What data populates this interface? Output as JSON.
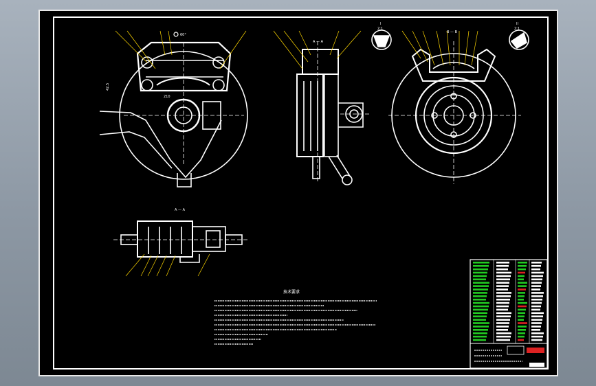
{
  "drawing": {
    "section_label_side": "A — A",
    "section_label_bottom": "A — A",
    "section_label_right": "B — B",
    "detail_label_1": "I",
    "detail_label_1_scale": "2:1",
    "detail_label_2": "II",
    "detail_label_2_scale": "2:1",
    "dimension_a": "60°",
    "dimension_b": "42.5",
    "dimension_c": "210"
  },
  "notes": {
    "title": "技术要求"
  },
  "colors": {
    "sheet_background": "#000000",
    "line_color": "#ffffff",
    "leader_color": "#ffd700",
    "title_block_green": "#22cc22",
    "title_block_red": "#dd2222"
  }
}
